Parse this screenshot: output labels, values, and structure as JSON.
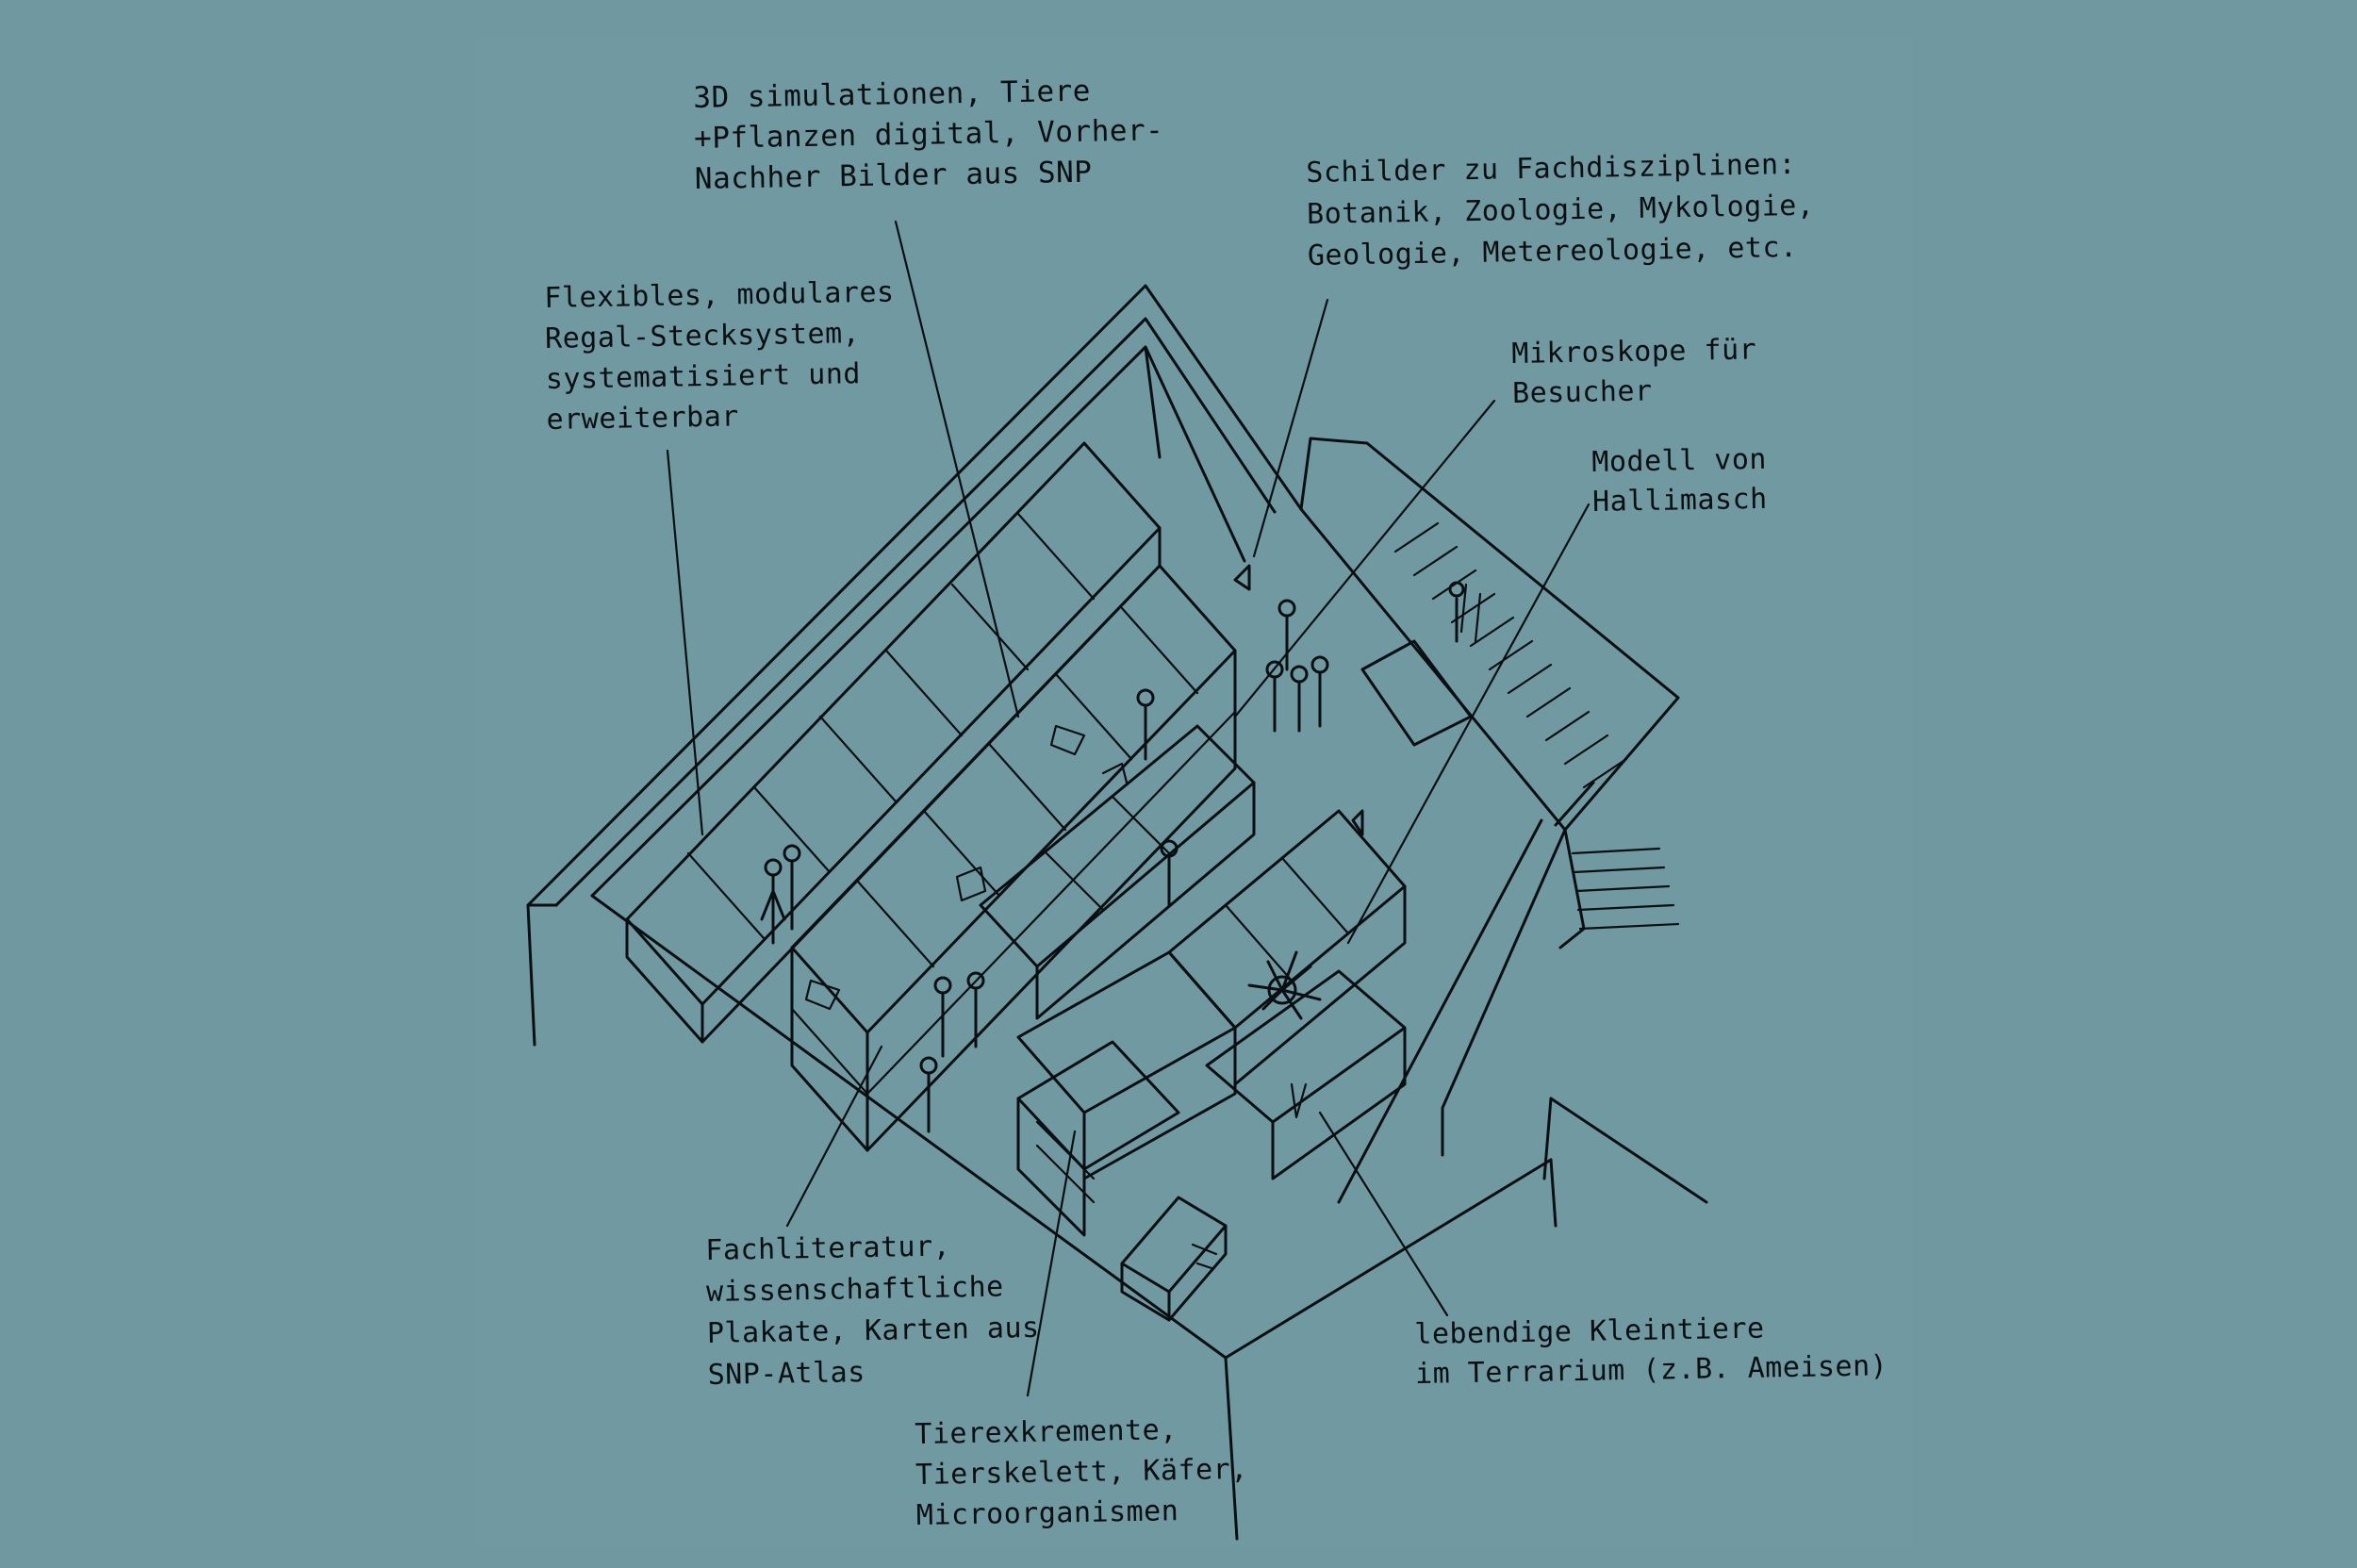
{
  "annotations": [
    {
      "id": "simulations",
      "lines": [
        "3D simulationen, Tiere",
        "+Pflanzen digital, Vorher-",
        "Nachher Bilder aus SNP"
      ]
    },
    {
      "id": "signs",
      "lines": [
        "Schilder zu Fachdisziplinen:",
        "Botanik, Zoologie, Mykologie,",
        "Geologie, Metereologie, etc."
      ]
    },
    {
      "id": "shelving",
      "lines": [
        "Flexibles, modulares",
        "Regal-Stecksystem,",
        "systematisiert und",
        "erweiterbar"
      ]
    },
    {
      "id": "microscopes",
      "lines": [
        "Mikroskope für",
        "Besucher"
      ]
    },
    {
      "id": "fungus-model",
      "lines": [
        "Modell von",
        "Hallimasch"
      ]
    },
    {
      "id": "literature",
      "lines": [
        "Fachliteratur,",
        "wissenschaftliche",
        "Plakate, Karten aus",
        "SNP-Atlas"
      ]
    },
    {
      "id": "terrarium",
      "lines": [
        "lebendige Kleintiere",
        "im Terrarium (z.B. Ameisen)"
      ]
    },
    {
      "id": "specimens",
      "lines": [
        "Tierexkremente,",
        "Tierskelett, Käfer,",
        "Microorganismen"
      ]
    }
  ]
}
